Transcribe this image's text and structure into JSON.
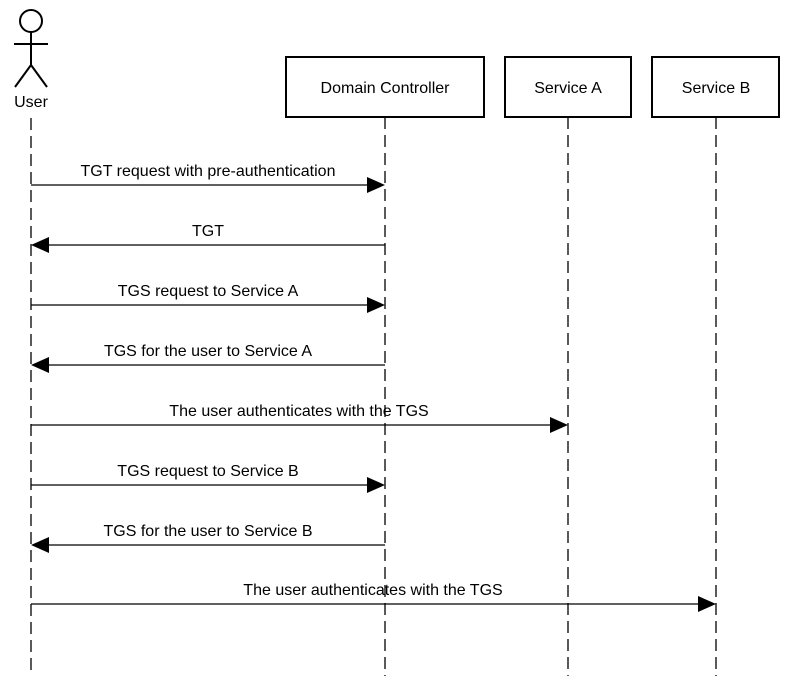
{
  "actor": {
    "label": "User"
  },
  "participants": [
    {
      "label": "Domain Controller"
    },
    {
      "label": "Service A"
    },
    {
      "label": "Service B"
    }
  ],
  "messages": [
    {
      "label": "TGT request with pre-authentication",
      "from": "User",
      "to": "Domain Controller"
    },
    {
      "label": "TGT",
      "from": "Domain Controller",
      "to": "User"
    },
    {
      "label": "TGS request to Service A",
      "from": "User",
      "to": "Domain Controller"
    },
    {
      "label": "TGS for the user to Service A",
      "from": "Domain Controller",
      "to": "User"
    },
    {
      "label": "The user authenticates with the TGS",
      "from": "User",
      "to": "Service A"
    },
    {
      "label": "TGS request to Service B",
      "from": "User",
      "to": "Domain Controller"
    },
    {
      "label": "TGS for the user to Service B",
      "from": "Domain Controller",
      "to": "User"
    },
    {
      "label": "The user authenticates with the TGS",
      "from": "User",
      "to": "Service B"
    }
  ]
}
